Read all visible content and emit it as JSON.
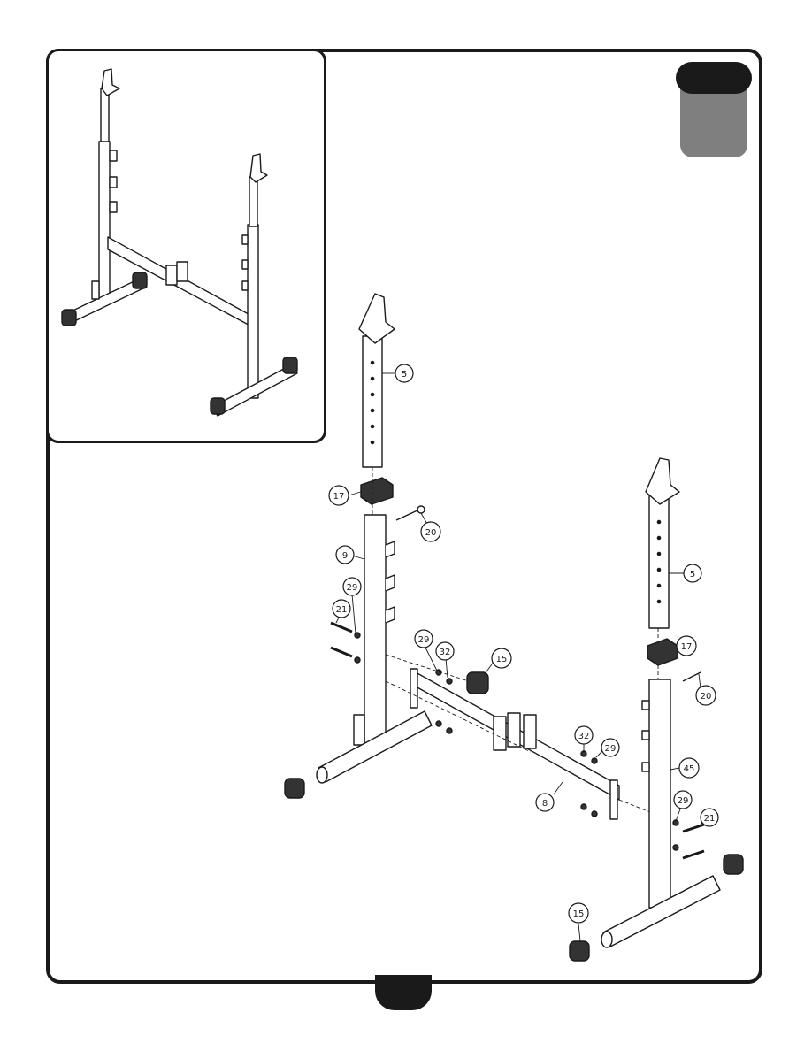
{
  "callouts": {
    "c1": "5",
    "c2": "17",
    "c3": "20",
    "c4": "9",
    "c5": "29",
    "c6": "21",
    "c7": "29",
    "c8": "32",
    "c9": "15",
    "c10": "5",
    "c11": "17",
    "c12": "20",
    "c13": "32",
    "c14": "29",
    "c15": "45",
    "c16": "8",
    "c17": "29",
    "c18": "21",
    "c19": "15"
  },
  "colors": {
    "frame": "#1a1a1a",
    "step_tab": "#7f7f7f"
  }
}
